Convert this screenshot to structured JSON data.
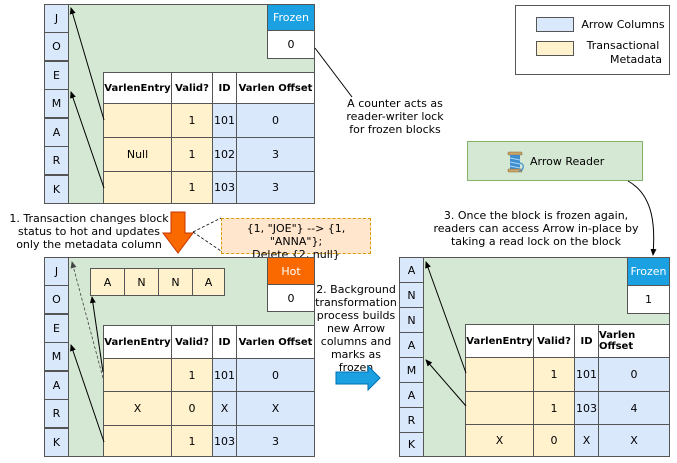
{
  "legend": {
    "arrow_columns": "Arrow Columns",
    "transactional_metadata_line1": "Transactional",
    "transactional_metadata_line2": "Metadata",
    "colors": {
      "arrow": "#dae8fc",
      "metadata": "#fff2cc",
      "block": "#d5e8d4",
      "frozen": "#1ba1e2",
      "hot": "#fa6800"
    }
  },
  "varlen_buffer_top": [
    "J",
    "O",
    "E",
    "M",
    "A",
    "R",
    "K"
  ],
  "varlen_buffer_bottom": [
    "J",
    "O",
    "E",
    "M",
    "A",
    "R",
    "K"
  ],
  "varlen_buffer_right": [
    "A",
    "N",
    "N",
    "A",
    "M",
    "A",
    "R",
    "K"
  ],
  "anna_buffer": [
    "A",
    "N",
    "N",
    "A"
  ],
  "table_headers": {
    "varlen_entry": "VarlenEntry",
    "valid": "Valid?",
    "id": "ID",
    "varlen_offset": "Varlen Offset"
  },
  "top_block": {
    "status": "Frozen",
    "counter": "0",
    "rows": [
      {
        "entry": "",
        "valid": "1",
        "id": "101",
        "offset": "0"
      },
      {
        "entry": "Null",
        "valid": "1",
        "id": "102",
        "offset": "3"
      },
      {
        "entry": "",
        "valid": "1",
        "id": "103",
        "offset": "3"
      }
    ]
  },
  "bottom_block": {
    "status": "Hot",
    "counter": "0",
    "rows": [
      {
        "entry": "",
        "valid": "1",
        "id": "101",
        "offset": "0"
      },
      {
        "entry": "X",
        "valid": "0",
        "id": "X",
        "offset": "X"
      },
      {
        "entry": "",
        "valid": "1",
        "id": "103",
        "offset": "3"
      }
    ]
  },
  "right_block": {
    "status": "Frozen",
    "counter": "1",
    "rows": [
      {
        "entry": "",
        "valid": "1",
        "id": "101",
        "offset": "0"
      },
      {
        "entry": "",
        "valid": "1",
        "id": "103",
        "offset": "4"
      },
      {
        "entry": "X",
        "valid": "0",
        "id": "X",
        "offset": "X"
      }
    ]
  },
  "annotations": {
    "counter_note": [
      "A counter acts as",
      "reader-writer lock",
      "for frozen blocks"
    ],
    "step1": [
      "1. Transaction changes block",
      "status to hot and updates",
      "only the metadata column"
    ],
    "update_note": [
      "{1, \"JOE\"} --> {1, \"ANNA\"};",
      "Delete {2, null}"
    ],
    "step2": [
      "2. Background",
      "transformation",
      "process builds",
      "new Arrow",
      "columns and",
      "marks as",
      "frozen"
    ],
    "step3": [
      "3. Once the block is frozen again,",
      "readers can access Arrow in-place by",
      "taking a read lock on the block"
    ],
    "arrow_reader": "Arrow Reader"
  }
}
